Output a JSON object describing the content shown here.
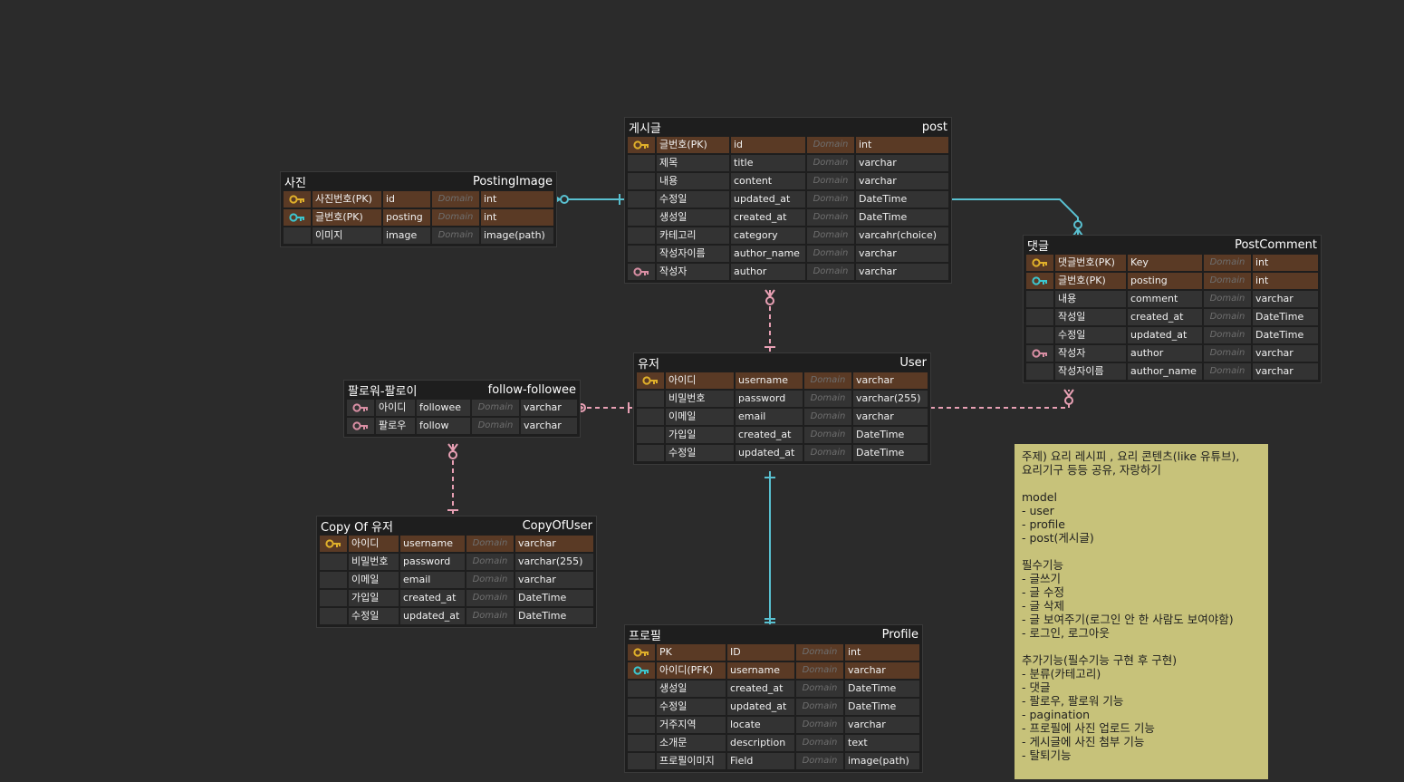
{
  "colors": {
    "background": "#2b2b2b",
    "key_row": "#5a3a25",
    "primary_key": "#e0b02a",
    "foreign_key": "#3cc6cf",
    "index_key": "#d98fa4",
    "relation_blue": "#59c0d0",
    "relation_pink": "#e8a0b4",
    "note_bg": "#c7c27a"
  },
  "tables": [
    {
      "id": "posting-image",
      "label": "사진",
      "name": "PostingImage",
      "rows": [
        {
          "key": "pk",
          "logical": "사진번호(PK)",
          "physical": "id",
          "domain": "Domain",
          "type": "int"
        },
        {
          "key": "fk",
          "logical": "글번호(PK)",
          "physical": "posting",
          "domain": "Domain",
          "type": "int"
        },
        {
          "key": "",
          "logical": "이미지",
          "physical": "image",
          "domain": "Domain",
          "type": "image(path)"
        }
      ]
    },
    {
      "id": "post",
      "label": "게시글",
      "name": "post",
      "rows": [
        {
          "key": "pk",
          "logical": "글번호(PK)",
          "physical": "id",
          "domain": "Domain",
          "type": "int"
        },
        {
          "key": "",
          "logical": "제목",
          "physical": "title",
          "domain": "Domain",
          "type": "varchar"
        },
        {
          "key": "",
          "logical": "내용",
          "physical": "content",
          "domain": "Domain",
          "type": "varchar"
        },
        {
          "key": "",
          "logical": "수정일",
          "physical": "updated_at",
          "domain": "Domain",
          "type": "DateTime"
        },
        {
          "key": "",
          "logical": "생성일",
          "physical": "created_at",
          "domain": "Domain",
          "type": "DateTime"
        },
        {
          "key": "",
          "logical": "카테고리",
          "physical": "category",
          "domain": "Domain",
          "type": "varcahr(choice)"
        },
        {
          "key": "",
          "logical": "작성자이름",
          "physical": "author_name",
          "domain": "Domain",
          "type": "varchar"
        },
        {
          "key": "idx",
          "logical": "작성자",
          "physical": "author",
          "domain": "Domain",
          "type": "varchar"
        }
      ]
    },
    {
      "id": "post-comment",
      "label": "댓글",
      "name": "PostComment",
      "rows": [
        {
          "key": "pk",
          "logical": "댓글번호(PK)",
          "physical": "Key",
          "domain": "Domain",
          "type": "int"
        },
        {
          "key": "fk",
          "logical": "글번호(PK)",
          "physical": "posting",
          "domain": "Domain",
          "type": "int"
        },
        {
          "key": "",
          "logical": "내용",
          "physical": "comment",
          "domain": "Domain",
          "type": "varchar"
        },
        {
          "key": "",
          "logical": "작성일",
          "physical": "created_at",
          "domain": "Domain",
          "type": "DateTime"
        },
        {
          "key": "",
          "logical": "수정일",
          "physical": "updated_at",
          "domain": "Domain",
          "type": "DateTime"
        },
        {
          "key": "idx",
          "logical": "작성자",
          "physical": "author",
          "domain": "Domain",
          "type": "varchar"
        },
        {
          "key": "",
          "logical": "작성자이름",
          "physical": "author_name",
          "domain": "Domain",
          "type": "varchar"
        }
      ]
    },
    {
      "id": "user",
      "label": "유저",
      "name": "User",
      "rows": [
        {
          "key": "pk",
          "logical": "아이디",
          "physical": "username",
          "domain": "Domain",
          "type": "varchar"
        },
        {
          "key": "",
          "logical": "비밀번호",
          "physical": "password",
          "domain": "Domain",
          "type": "varchar(255)"
        },
        {
          "key": "",
          "logical": "이메일",
          "physical": "email",
          "domain": "Domain",
          "type": "varchar"
        },
        {
          "key": "",
          "logical": "가입일",
          "physical": "created_at",
          "domain": "Domain",
          "type": "DateTime"
        },
        {
          "key": "",
          "logical": "수정일",
          "physical": "updated_at",
          "domain": "Domain",
          "type": "DateTime"
        }
      ]
    },
    {
      "id": "follow-followee",
      "label": "팔로워-팔로이",
      "name": "follow-followee",
      "rows": [
        {
          "key": "idx",
          "logical": "아이디",
          "physical": "followee",
          "domain": "Domain",
          "type": "varchar"
        },
        {
          "key": "idx",
          "logical": "팔로우",
          "physical": "follow",
          "domain": "Domain",
          "type": "varchar"
        }
      ]
    },
    {
      "id": "copy-of-user",
      "label": "Copy Of 유저",
      "name": "CopyOfUser",
      "rows": [
        {
          "key": "pk",
          "logical": "아이디",
          "physical": "username",
          "domain": "Domain",
          "type": "varchar"
        },
        {
          "key": "",
          "logical": "비밀번호",
          "physical": "password",
          "domain": "Domain",
          "type": "varchar(255)"
        },
        {
          "key": "",
          "logical": "이메일",
          "physical": "email",
          "domain": "Domain",
          "type": "varchar"
        },
        {
          "key": "",
          "logical": "가입일",
          "physical": "created_at",
          "domain": "Domain",
          "type": "DateTime"
        },
        {
          "key": "",
          "logical": "수정일",
          "physical": "updated_at",
          "domain": "Domain",
          "type": "DateTime"
        }
      ]
    },
    {
      "id": "profile",
      "label": "프로필",
      "name": "Profile",
      "rows": [
        {
          "key": "pk",
          "logical": "PK",
          "physical": "ID",
          "domain": "Domain",
          "type": "int"
        },
        {
          "key": "fk",
          "logical": "아이디(PFK)",
          "physical": "username",
          "domain": "Domain",
          "type": "varchar"
        },
        {
          "key": "",
          "logical": "생성일",
          "physical": "created_at",
          "domain": "Domain",
          "type": "DateTime"
        },
        {
          "key": "",
          "logical": "수정일",
          "physical": "updated_at",
          "domain": "Domain",
          "type": "DateTime"
        },
        {
          "key": "",
          "logical": "거주지역",
          "physical": "locate",
          "domain": "Domain",
          "type": "varchar"
        },
        {
          "key": "",
          "logical": "소개문",
          "physical": "description",
          "domain": "Domain",
          "type": "text"
        },
        {
          "key": "",
          "logical": "프로필이미지",
          "physical": "Field",
          "domain": "Domain",
          "type": "image(path)"
        }
      ]
    }
  ],
  "note": {
    "lines": [
      "주제) 요리 레시피 , 요리 콘텐츠(like 유튜브),",
      "요리기구 등등 공유, 자랑하기",
      "",
      "model",
      "- user",
      "- profile",
      "- post(게시글)",
      "",
      "필수기능",
      "- 글쓰기",
      "- 글 수정",
      "- 글 삭제",
      "- 글 보여주기(로그인 안 한 사람도 보여야함)",
      "- 로그인, 로그아웃",
      "",
      "추가기능(필수기능 구현 후 구현)",
      "- 분류(카테고리)",
      "- 댓글",
      "- 팔로우, 팔로워 기능",
      "- pagination",
      "- 프로필에 사진 업로드 기능",
      "- 게시글에 사진 첨부 기능",
      "- 탈퇴기능"
    ]
  }
}
